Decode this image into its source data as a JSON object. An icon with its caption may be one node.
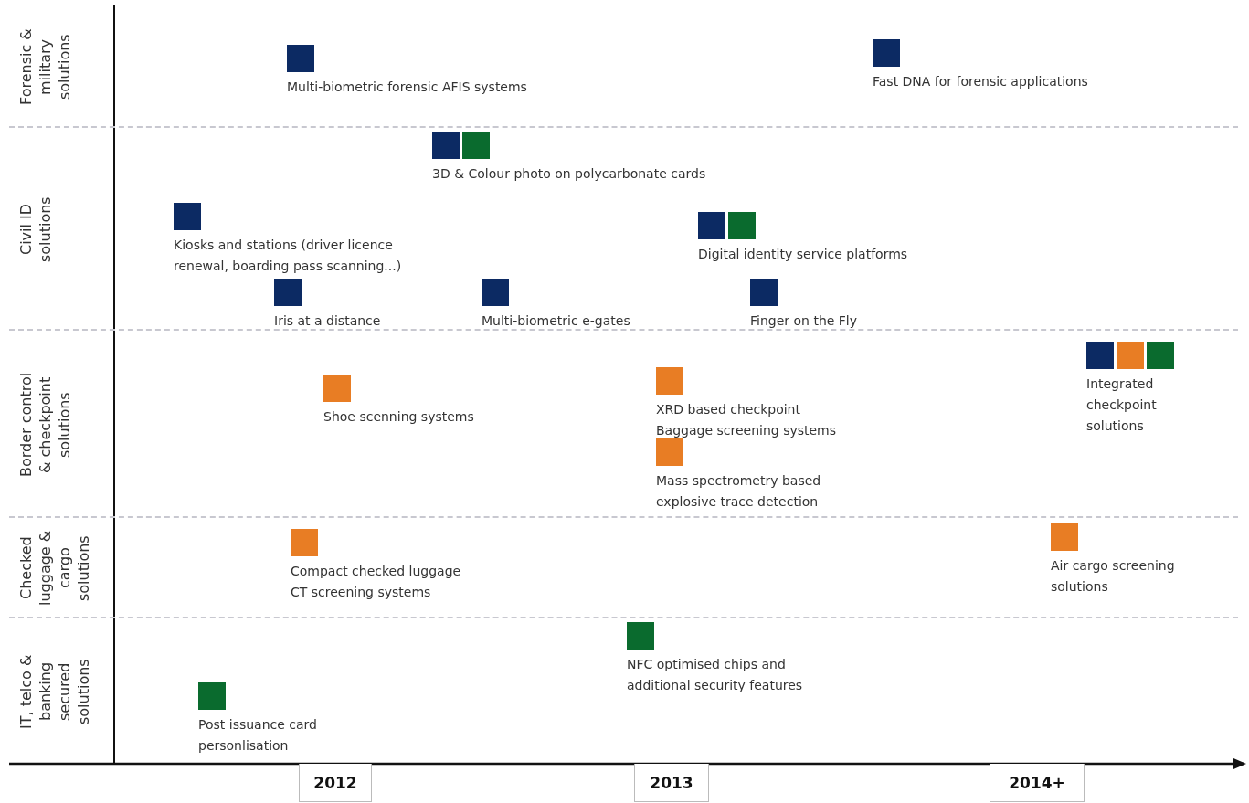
{
  "diagram": {
    "nodes": [
      {
        "text": [
          "Forensic & military solutions"
        ]
      },
      {
        "text": [
          "Multi-biometric forensic AFIS systems"
        ],
        "in": 0
      },
      {
        "text": [
          "Fast DNA for forensic applications"
        ],
        "in": 0
      },
      {
        "text": [
          "Civil ID solutions"
        ]
      },
      {
        "text": [
          "3D & Colour photo on polycarbonate cards"
        ],
        "in": 3
      },
      {
        "text": [
          "Kiosks and stations (driver licence renewal, boarding pass scanning...)"
        ],
        "in": 3
      },
      {
        "text": [
          "Digital identity service platforms"
        ],
        "in": 3
      },
      {
        "text": [
          "Iris at a distance"
        ],
        "in": 3
      },
      {
        "text": [
          "Multi-biometric e-gates"
        ],
        "in": 3
      },
      {
        "text": [
          "Finger on the Fly"
        ],
        "in": 3
      },
      {
        "text": [
          "Border control & checkpoint solutions"
        ]
      },
      {
        "text": [
          "Integrated checkpoint solutions"
        ],
        "in": 10
      },
      {
        "text": [
          "Shoe scenning systems"
        ],
        "in": 10
      },
      {
        "text": [
          "XRD based checkpoint Baggage screening systems"
        ],
        "in": 10
      },
      {
        "text": [
          "Mass spectrometry based explosive trace detection"
        ],
        "in": 10
      },
      {
        "text": [
          "Checked luggage & cargo solutions"
        ]
      },
      {
        "text": [
          "Compact checked luggage CT screening systems"
        ],
        "in": 15
      },
      {
        "text": [
          "Air cargo screening solutions"
        ],
        "in": 15
      },
      {
        "text": [
          "IT, telco & banking secured solutions"
        ]
      },
      {
        "text": [
          "NFC optimised chips and additional security features"
        ],
        "in": 18
      },
      {
        "text": [
          "Post issuance card personlisation"
        ],
        "in": 18
      }
    ],
    "labels": [
      "2012",
      "2013",
      "2014+"
    ]
  }
}
